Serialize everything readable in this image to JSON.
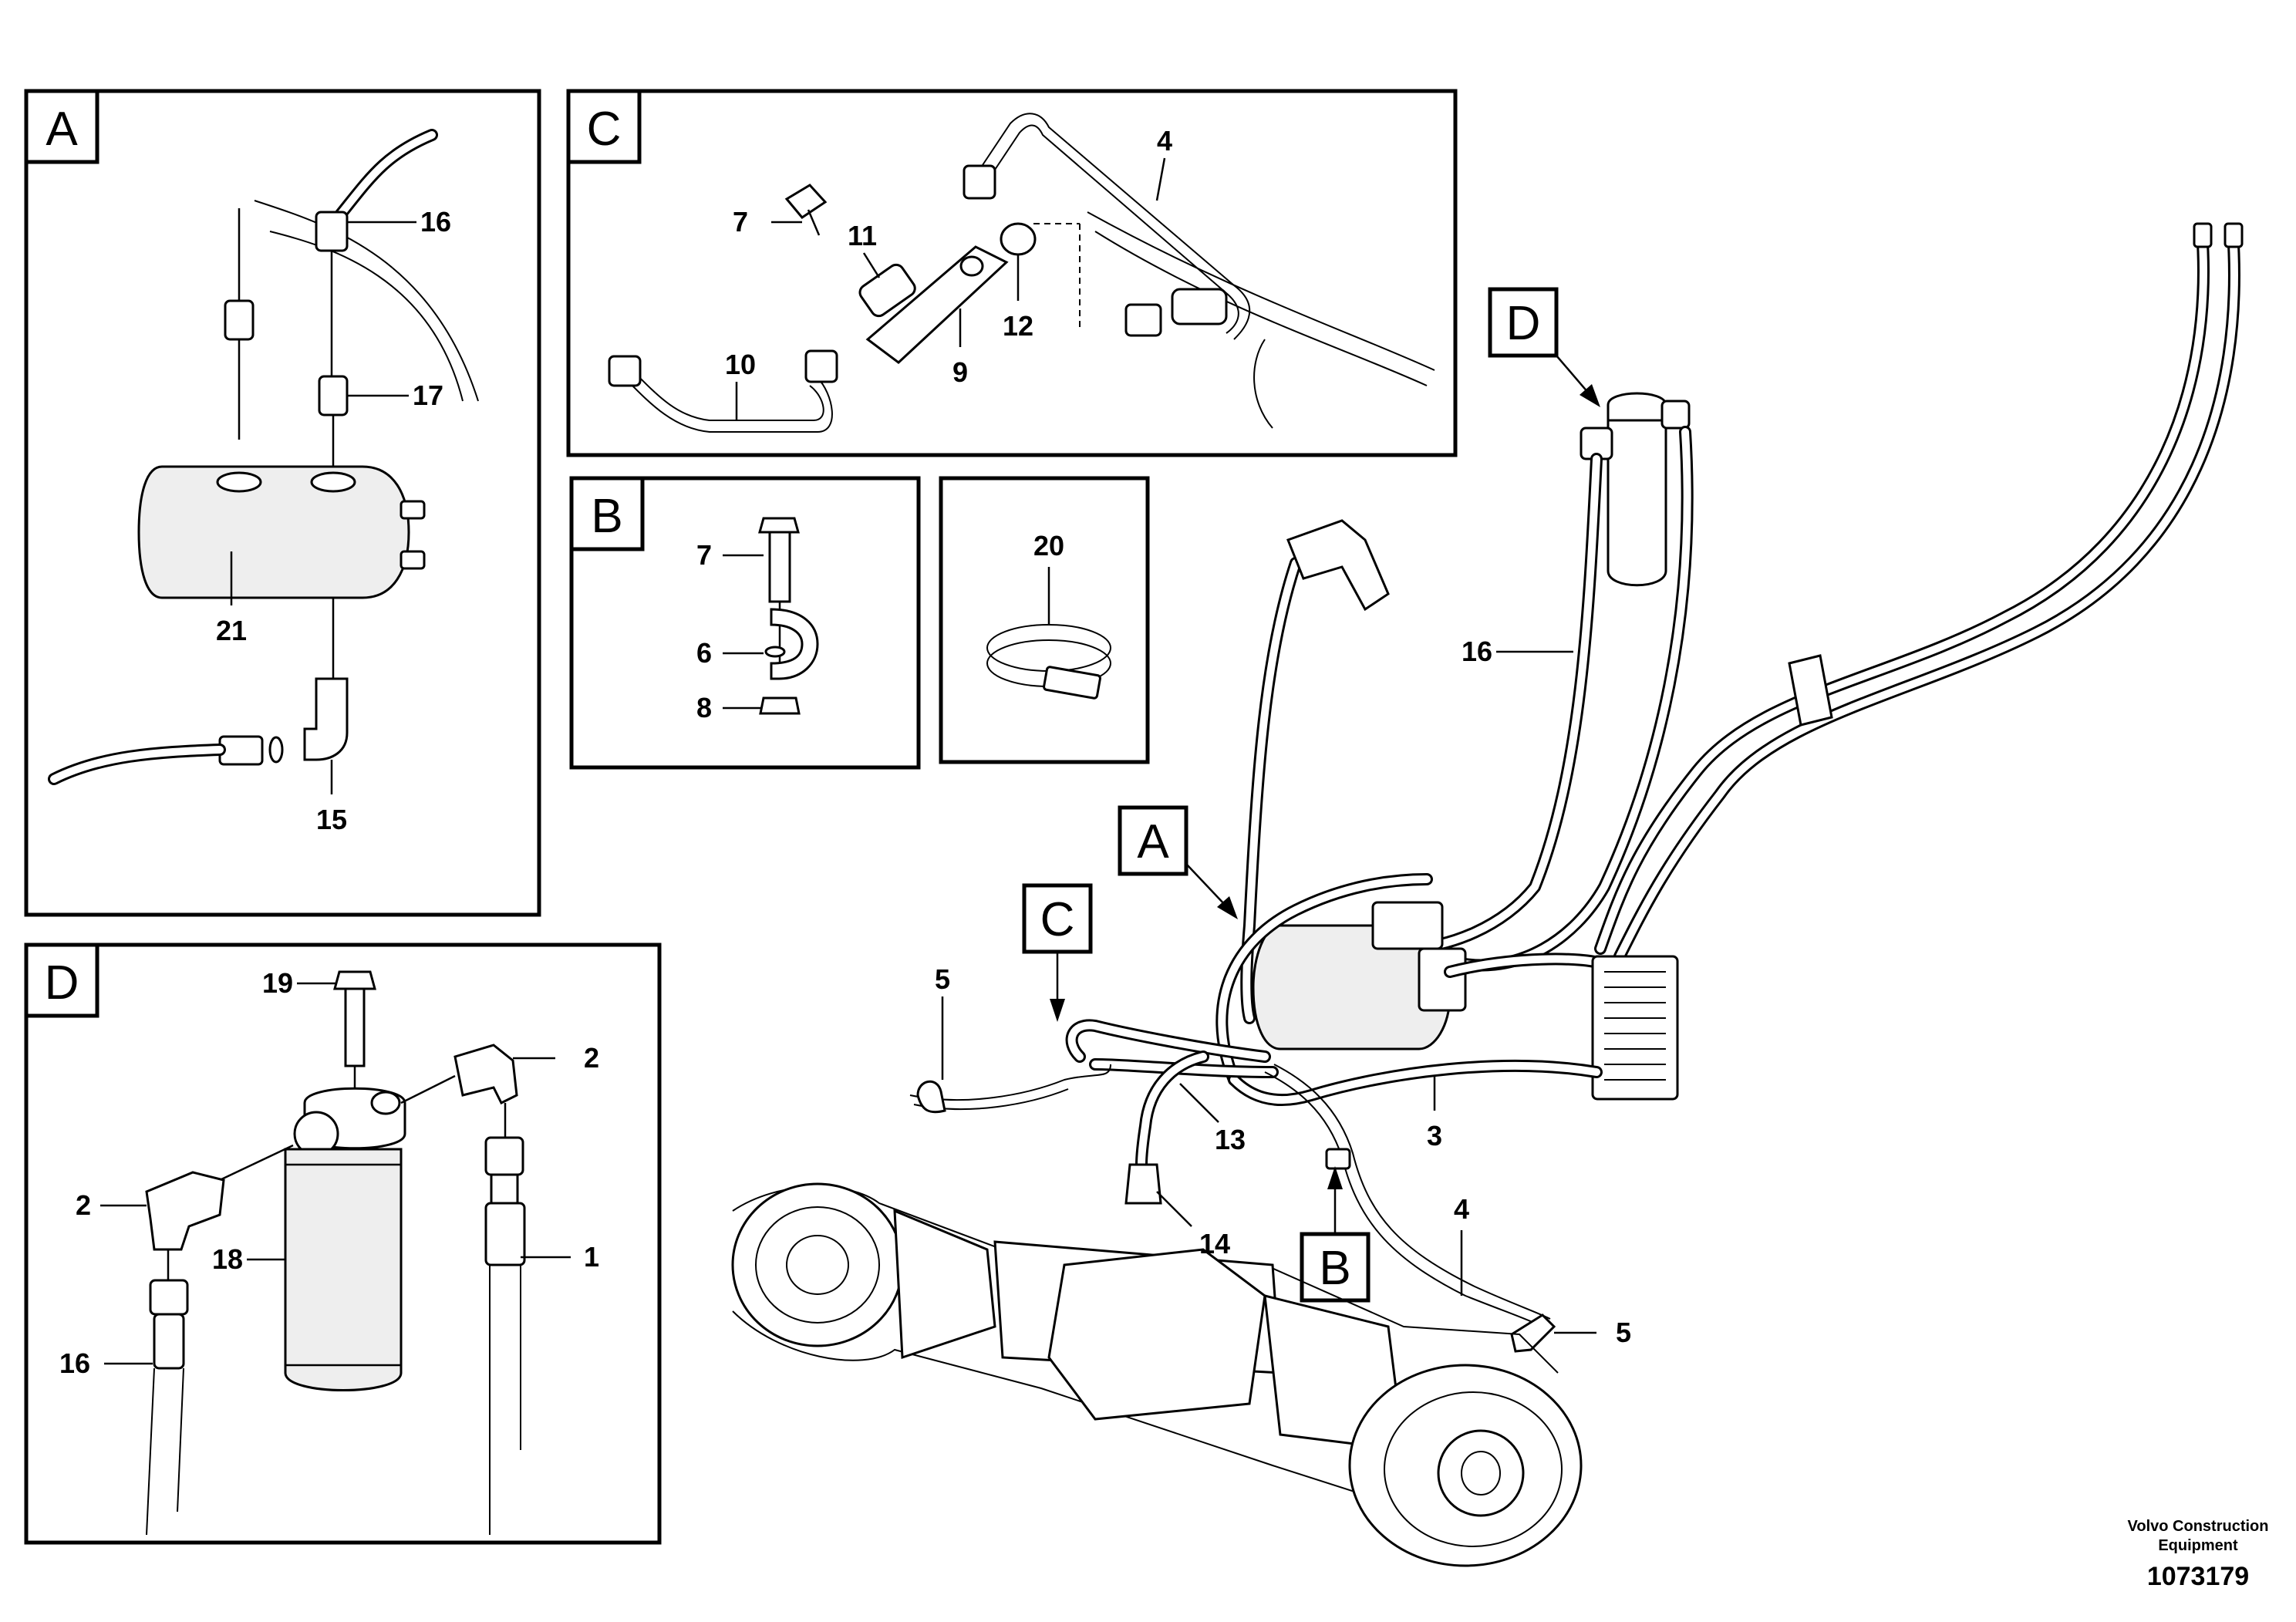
{
  "panels": [
    {
      "id": "A",
      "label": "A",
      "parts": [
        "16",
        "17",
        "21",
        "15"
      ]
    },
    {
      "id": "C",
      "label": "C",
      "parts": [
        "4",
        "7",
        "11",
        "12",
        "10",
        "9"
      ]
    },
    {
      "id": "B",
      "label": "B",
      "parts": [
        "7",
        "6",
        "8"
      ]
    },
    {
      "id": "clamp",
      "label": "",
      "parts": [
        "20"
      ]
    },
    {
      "id": "D",
      "label": "D",
      "parts": [
        "19",
        "2",
        "2",
        "18",
        "1",
        "16"
      ]
    }
  ],
  "main_view_tags": {
    "a": "A",
    "b": "B",
    "c": "C",
    "d": "D"
  },
  "main_view_parts": [
    "16",
    "5",
    "3",
    "13",
    "14",
    "4",
    "5"
  ],
  "footer": {
    "brand_line1": "Volvo Construction",
    "brand_line2": "Equipment",
    "drawing_number": "1073179"
  }
}
